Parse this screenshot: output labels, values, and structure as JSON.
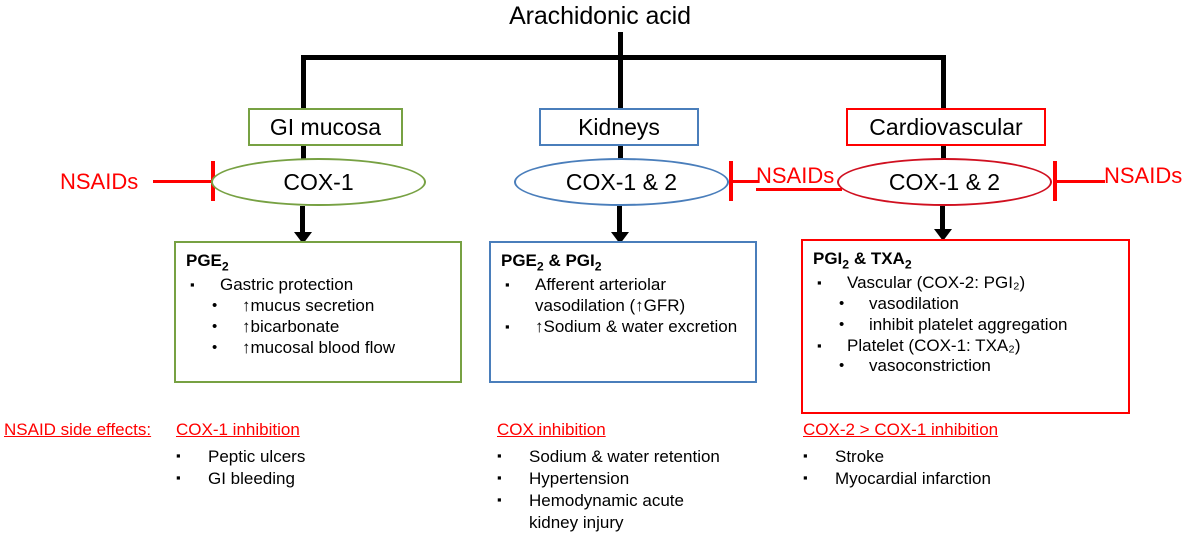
{
  "diagram": {
    "title": "Arachidonic acid",
    "colors": {
      "green": "#77A143",
      "blue": "#4A7EBB",
      "red": "#FF0000",
      "ellipse_red": "#D01020",
      "arrow_black": "#000000"
    },
    "bullet_square": "▪",
    "bullet_round": "•",
    "up_arrow": "↑"
  },
  "branches": [
    {
      "id": "gi",
      "color": "green",
      "organ": "GI mucosa",
      "enzyme": "COX-1",
      "nsaid_label": "NSAIDs",
      "nsaid_side": "left",
      "effects_title_parts": [
        {
          "text": "PGE",
          "sub": "2"
        }
      ],
      "effects": [
        {
          "level": 1,
          "text": "Gastric protection"
        },
        {
          "level": 2,
          "text": "↑mucus secretion"
        },
        {
          "level": 2,
          "text": "↑bicarbonate"
        },
        {
          "level": 2,
          "text": "↑mucosal blood flow"
        }
      ],
      "side_effect_heading": "COX-1 inhibition",
      "side_effects": [
        "Peptic ulcers",
        "GI bleeding"
      ]
    },
    {
      "id": "kidneys",
      "color": "blue",
      "organ": "Kidneys",
      "enzyme": "COX-1 & 2",
      "nsaid_label": "NSAIDs",
      "nsaid_side": "right",
      "effects_title_parts": [
        {
          "text": "PGE",
          "sub": "2"
        },
        {
          "text": " & PGI",
          "sub": "2"
        }
      ],
      "effects": [
        {
          "level": 1,
          "text": "Afferent arteriolar vasodilation (↑GFR)"
        },
        {
          "level": 1,
          "text": "↑Sodium & water excretion"
        }
      ],
      "side_effect_heading": "COX inhibition",
      "side_effects": [
        "Sodium & water retention",
        "Hypertension",
        "Hemodynamic acute kidney injury"
      ]
    },
    {
      "id": "cardiovascular",
      "color": "red",
      "organ": "Cardiovascular",
      "enzyme": "COX-1 & 2",
      "nsaid_label": "NSAIDs",
      "nsaid_side": "right",
      "effects_title_parts": [
        {
          "text": "PGI",
          "sub": "2"
        },
        {
          "text": " & TXA",
          "sub": "2"
        }
      ],
      "effects": [
        {
          "level": 1,
          "text": "Vascular (COX-2: PGI₂)"
        },
        {
          "level": 2,
          "text": "vasodilation"
        },
        {
          "level": 2,
          "text": "inhibit platelet aggregation"
        },
        {
          "level": 1,
          "text": "Platelet (COX-1: TXA₂)"
        },
        {
          "level": 2,
          "text": "vasoconstriction"
        }
      ],
      "side_effect_heading": "COX-2 > COX-1 inhibition",
      "side_effects": [
        "Stroke",
        "Myocardial infarction"
      ]
    }
  ],
  "side_effects_section": {
    "label": "NSAID side effects:"
  }
}
